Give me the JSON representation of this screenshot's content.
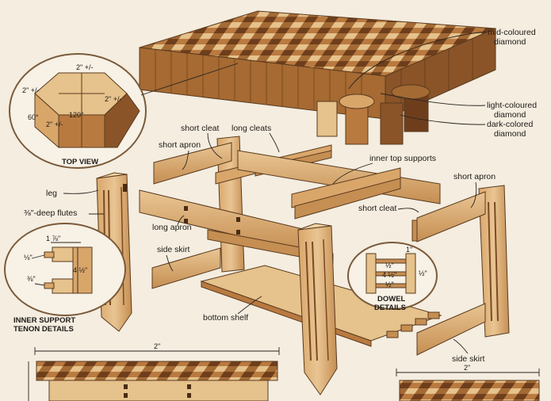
{
  "labels": {
    "mid_diamond_1": "mid-coloured",
    "mid_diamond_2": "diamond",
    "light_diamond_1": "light-coloured",
    "light_diamond_2": "diamond",
    "dark_diamond_1": "dark-colored",
    "dark_diamond_2": "diamond",
    "short_cleat_top": "short cleat",
    "long_cleats": "long cleats",
    "short_apron_left": "short apron",
    "inner_top_supports": "inner top supports",
    "short_apron_right": "short apron",
    "short_cleat_right": "short cleat",
    "leg": "leg",
    "flutes": "⅜\"-deep flutes",
    "long_apron": "long apron",
    "side_skirt_left": "side skirt",
    "bottom_shelf": "bottom shelf",
    "side_skirt_right": "side skirt"
  },
  "top_view": {
    "title": "TOP VIEW",
    "dim_top": "2\" +/-",
    "dim_left": "2\" +/-",
    "dim_right": "2\" +/-",
    "dim_bottom": "2\" +/-",
    "angle_60": "60°",
    "angle_120": "120°"
  },
  "tenon_details": {
    "title_1": "INNER SUPPORT",
    "title_2": "TENON DETAILS",
    "dim_width": "1 ⅞\"",
    "dim_small": "⅛\"",
    "dim_height": "4 ½\"",
    "dim_gap": "⅜\""
  },
  "dowel_details": {
    "title_1": "DOWEL",
    "title_2": "DETAILS",
    "dim_top": "1\"",
    "dim_half_1": "½\"",
    "dim_height": "4 ½\"",
    "dim_half_2": "½\"",
    "dim_half_3": "½\""
  },
  "bottom_dims": {
    "left": "2\"",
    "right": "2\""
  },
  "colors": {
    "paper": "#f4ede0",
    "light_wood": "#e6c28c",
    "mid_wood": "#b97a40",
    "dark_wood": "#6e3e1c",
    "ink": "#1e1a16"
  }
}
